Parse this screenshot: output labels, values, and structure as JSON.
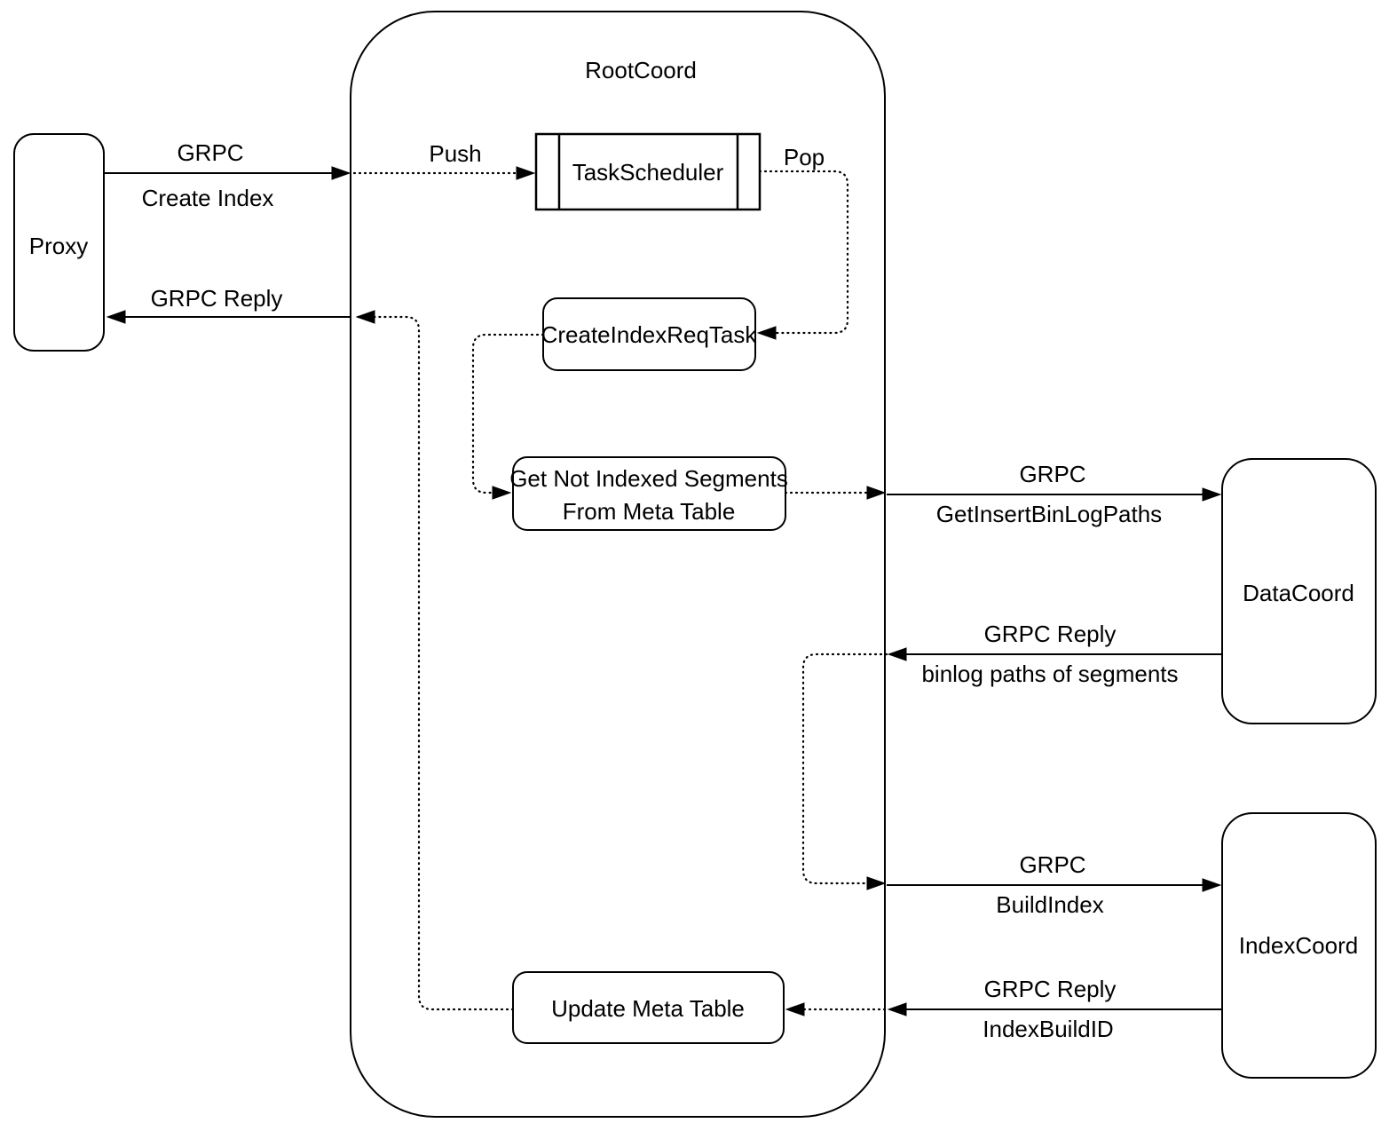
{
  "diagram": {
    "container": {
      "title": "RootCoord"
    },
    "nodes": {
      "proxy": "Proxy",
      "taskScheduler": "TaskScheduler",
      "createIndexReqTask": "CreateIndexReqTask",
      "getNotIndexedLine1": "Get Not Indexed Segments",
      "getNotIndexedLine2": "From Meta Table",
      "updateMetaTable": "Update Meta Table",
      "dataCoord": "DataCoord",
      "indexCoord": "IndexCoord"
    },
    "labels": {
      "grpcCreateIndexLine1": "GRPC",
      "grpcCreateIndexLine2": "Create Index",
      "push": "Push",
      "pop": "Pop",
      "grpcReplyToProxy": "GRPC Reply",
      "grpcGetInsertLine1": "GRPC",
      "grpcGetInsertLine2": "GetInsertBinLogPaths",
      "grpcReplyBinlogLine1": "GRPC Reply",
      "grpcReplyBinlogLine2": "binlog paths of segments",
      "grpcBuildIndexLine1": "GRPC",
      "grpcBuildIndexLine2": "BuildIndex",
      "grpcReplyIndexBuildLine1": "GRPC Reply",
      "grpcReplyIndexBuildLine2": "IndexBuildID"
    },
    "colors": {
      "stroke": "#000000",
      "background": "#ffffff",
      "text": "#000000"
    }
  }
}
